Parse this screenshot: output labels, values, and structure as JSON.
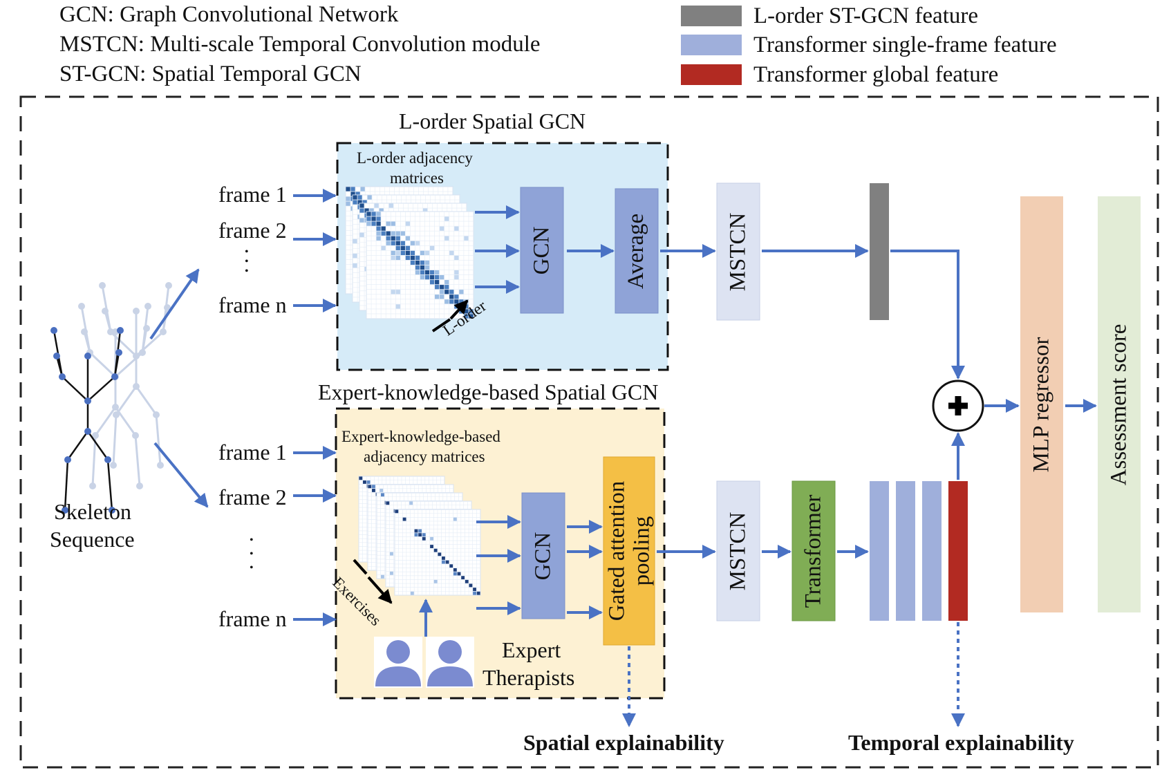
{
  "legend_left": [
    "GCN: Graph Convolutional Network",
    "MSTCN: Multi-scale Temporal Convolution module",
    "ST-GCN: Spatial Temporal GCN"
  ],
  "legend_right": [
    {
      "label": "L-order ST-GCN feature",
      "color": "#808080"
    },
    {
      "label": "Transformer single-frame feature",
      "color": "#9fafdb"
    },
    {
      "label": "Transformer global feature",
      "color": "#b22a22"
    }
  ],
  "skeleton": {
    "label_line1": "Skeleton",
    "label_line2": "Sequence"
  },
  "upper": {
    "title": "L-order Spatial GCN",
    "matrices_label_line1": "L-order adjacency",
    "matrices_label_line2": "matrices",
    "axis_label": "L-order",
    "frames": [
      "frame 1",
      "frame 2",
      "frame n"
    ],
    "dots": "•\n•\n•",
    "gcn": "GCN",
    "average": "Average",
    "mstcn": "MSTCN"
  },
  "lower": {
    "title": "Expert-knowledge-based Spatial GCN",
    "matrices_label_line1": "Expert-knowledge-based",
    "matrices_label_line2": "adjacency matrices",
    "axis_label": "Exercises",
    "frames": [
      "frame 1",
      "frame 2",
      "frame n"
    ],
    "gcn": "GCN",
    "pooling_line1": "Gated attention",
    "pooling_line2": "pooling",
    "mstcn": "MSTCN",
    "transformer": "Transformer",
    "expert_line1": "Expert",
    "expert_line2": "Therapists"
  },
  "head": {
    "plus": "+",
    "mlp": "MLP regressor",
    "score": "Assessment score"
  },
  "explain": {
    "spatial": "Spatial explainability",
    "temporal": "Temporal explainability"
  },
  "colors": {
    "arrow": "#4a72c4",
    "upper_panel": "#d6ebf8",
    "lower_panel": "#fdf1d3",
    "gcn_box": "#8fa3d7",
    "mstcn_box": "#dde3f2",
    "pooling_box": "#f4bf45",
    "transformer_box": "#80ad55",
    "mlp_box": "#f2ceb3",
    "score_box": "#e2ecd6"
  }
}
